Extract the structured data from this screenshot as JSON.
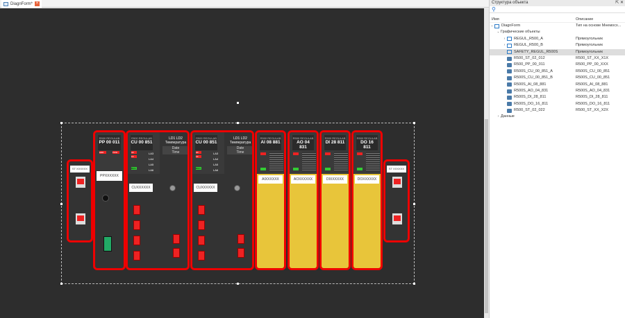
{
  "tab": {
    "title": "DiagnForm*",
    "close": "×"
  },
  "panel": {
    "title": "Структура объекта",
    "pin": "⇱ ✕",
    "search_icon": "search-icon",
    "col_name": "Имя",
    "col_desc": "Описание",
    "rows": [
      {
        "level": 0,
        "chev": "⌄",
        "icon": "form",
        "name": "DiagnForm",
        "desc": "Тип на основе Мнемосх..."
      },
      {
        "level": 1,
        "chev": "⌄",
        "icon": "",
        "name": "Графические объекты",
        "desc": ""
      },
      {
        "level": 2,
        "chev": "›",
        "icon": "rect",
        "name": "REGUL_R500_A",
        "desc": "Прямоугольник"
      },
      {
        "level": 2,
        "chev": "›",
        "icon": "rect",
        "name": "REGUL_R500_B",
        "desc": "Прямоугольник"
      },
      {
        "level": 2,
        "chev": "",
        "icon": "rect",
        "name": "SAFETY_REGUL_R500S",
        "desc": "Прямоугольник",
        "selected": true
      },
      {
        "level": 2,
        "chev": "",
        "icon": "obj",
        "name": "R500_ST_02_012",
        "desc": "R500_ST_XX_X1X"
      },
      {
        "level": 2,
        "chev": "",
        "icon": "obj",
        "name": "R500_PP_00_011",
        "desc": "R500_PP_00_XXX"
      },
      {
        "level": 2,
        "chev": "",
        "icon": "obj",
        "name": "R500S_CU_00_851_A",
        "desc": "R500S_CU_00_851"
      },
      {
        "level": 2,
        "chev": "",
        "icon": "obj",
        "name": "R500S_CU_00_851_B",
        "desc": "R500S_CU_00_851"
      },
      {
        "level": 2,
        "chev": "",
        "icon": "obj",
        "name": "R500S_AI_08_881",
        "desc": "R500S_AI_08_881"
      },
      {
        "level": 2,
        "chev": "",
        "icon": "obj",
        "name": "R500S_AO_04_831",
        "desc": "R500S_AO_04_831"
      },
      {
        "level": 2,
        "chev": "",
        "icon": "obj",
        "name": "R500S_DI_28_811",
        "desc": "R500S_DI_28_811"
      },
      {
        "level": 2,
        "chev": "",
        "icon": "obj",
        "name": "R500S_DO_16_811",
        "desc": "R500S_DO_16_811"
      },
      {
        "level": 2,
        "chev": "",
        "icon": "obj",
        "name": "R500_ST_02_022",
        "desc": "R500_ST_XX_X2X"
      },
      {
        "level": 1,
        "chev": "›",
        "icon": "",
        "name": "Данные",
        "desc": ""
      }
    ]
  },
  "modules": {
    "st_left": {
      "label": "ST XXXXXX"
    },
    "pp": {
      "brand": "R500 REGULAB",
      "model": "PP 00 011",
      "err": "ERR",
      "pwr": "PWR",
      "label": "PPXXXXXX"
    },
    "cu_a": {
      "brand": "R500 REGULAB",
      "model": "CU 00 851",
      "ld": "LD1   LD2",
      "temp": "Температура",
      "date": "Date",
      "time": "Time",
      "label": "CUXXXXXX",
      "la": [
        "LA3",
        "LA4",
        "LA5",
        "LA6"
      ],
      "hf": "HF",
      "ff": "FF",
      "run": "RUN"
    },
    "cu_b": {
      "brand": "R500 REGULAB",
      "model": "CU 00 851",
      "ld": "LD1   LD2",
      "temp": "Температура",
      "date": "Date",
      "time": "Time",
      "label": "CUXXXXXX",
      "la": [
        "LA3",
        "LA4",
        "LA5",
        "LA6"
      ],
      "hf": "HF",
      "ff": "FF",
      "run": "RUN"
    },
    "ai": {
      "brand": "R500 REGULAB",
      "model": "AI 08 881",
      "label": "AIXXXXXX"
    },
    "ao": {
      "brand": "R500 REGULAB",
      "model": "AO 04 831",
      "label": "AOXXXXXX"
    },
    "di": {
      "brand": "R500 REGULAB",
      "model": "DI 28 811",
      "label": "DIXXXXXX"
    },
    "do": {
      "brand": "R500 REGULAB",
      "model": "DO 16 811",
      "label": "DOXXXXXX"
    },
    "st_right": {
      "label": "ST XXXXXX"
    }
  },
  "colors": {
    "canvas": "#2d2d2d",
    "frame": "#e00000",
    "yellow": "#e8c53a"
  }
}
